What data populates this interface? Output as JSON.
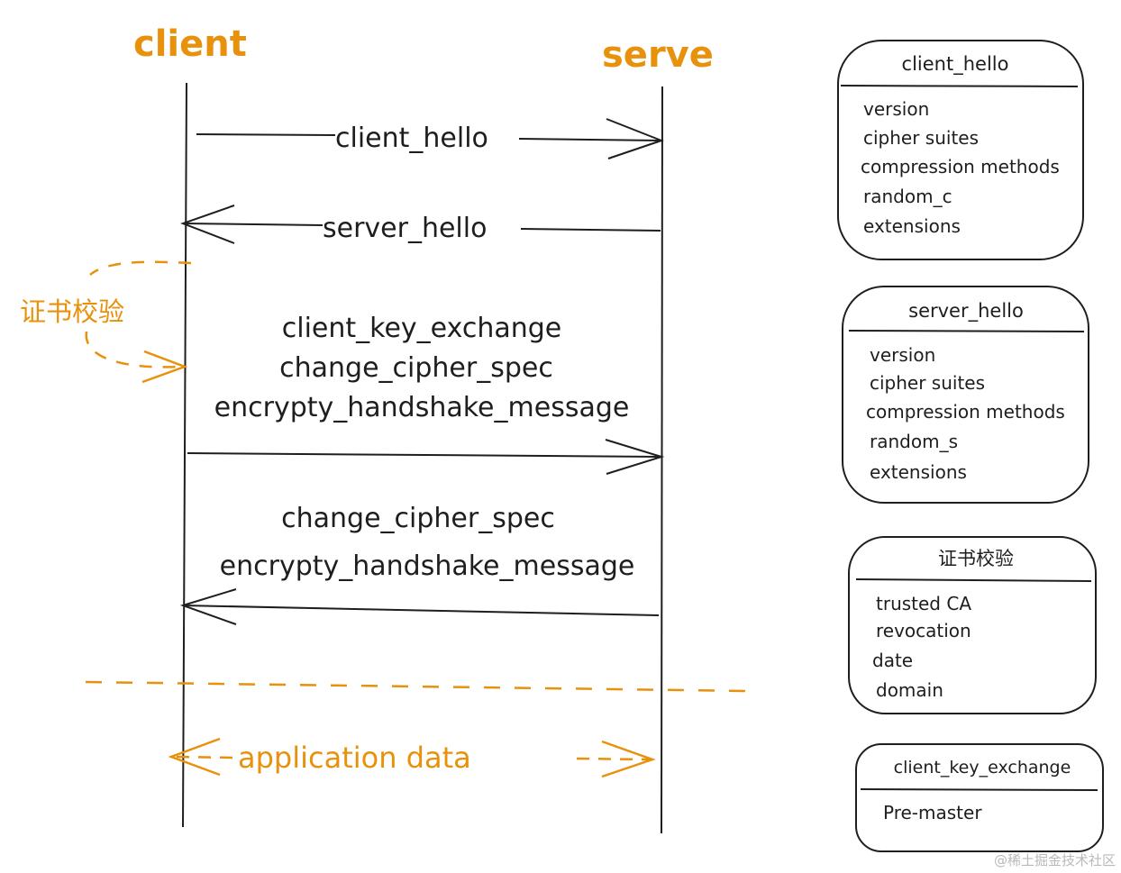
{
  "diagram": {
    "actors": {
      "client": "client",
      "server": "serve"
    },
    "messages": {
      "client_hello": "client_hello",
      "server_hello": "server_hello",
      "verify_label": "证书校验",
      "client_batch": [
        "client_key_exchange",
        "change_cipher_spec",
        "encrypty_handshake_message"
      ],
      "server_batch": [
        "change_cipher_spec",
        "encrypty_handshake_message"
      ],
      "application_data": "application data"
    },
    "panels": [
      {
        "title": "client_hello",
        "items": [
          "version",
          "cipher suites",
          "compression methods",
          "random_c",
          "extensions"
        ]
      },
      {
        "title": "server_hello",
        "items": [
          "version",
          "cipher suites",
          "compression methods",
          "random_s",
          "extensions"
        ]
      },
      {
        "title": "证书校验",
        "items": [
          "trusted CA",
          "revocation",
          "date",
          "domain"
        ]
      },
      {
        "title": "client_key_exchange",
        "items": [
          "Pre-master"
        ]
      }
    ],
    "watermark": "@稀土掘金技术社区",
    "colors": {
      "ink": "#1e1e1e",
      "accent": "#e8910c",
      "watermark": "#b9b9b9"
    }
  }
}
